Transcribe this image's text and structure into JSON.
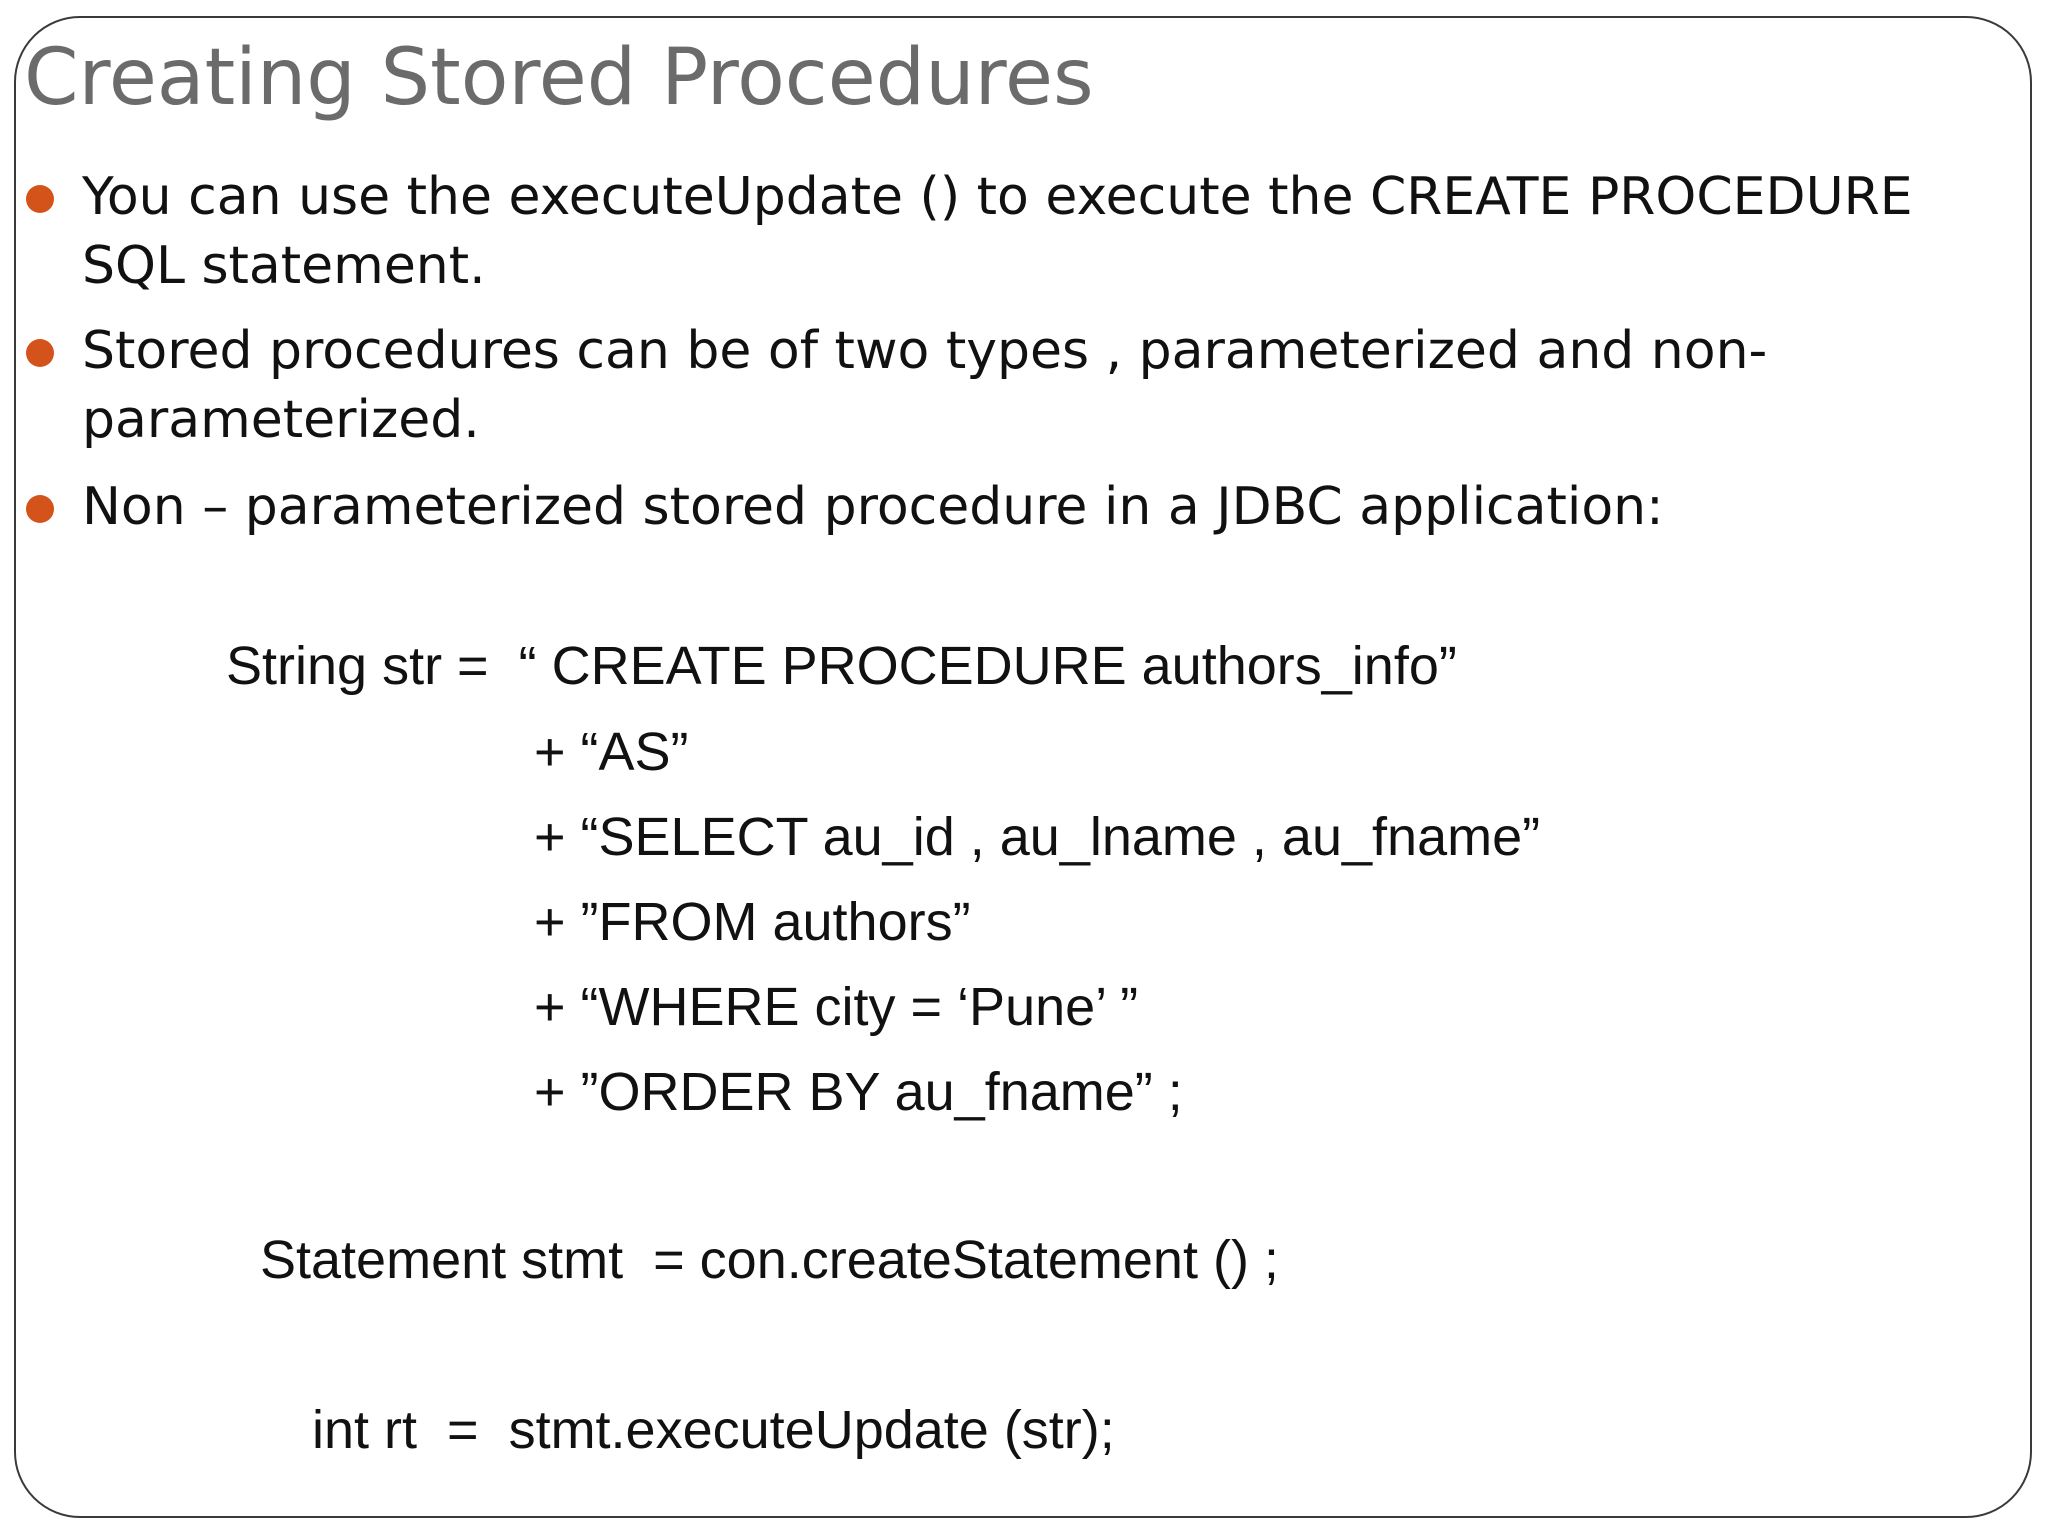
{
  "slide": {
    "title": "Creating Stored Procedures",
    "bullets": [
      "You can use the executeUpdate () to execute the CREATE PROCEDURE SQL statement.",
      "Stored procedures can be of two types , parameterized and non-parameterized.",
      "Non – parameterized stored procedure in a JDBC application:"
    ],
    "code_lines": [
      "String str =  “ CREATE PROCEDURE authors_info”",
      "+ “AS”",
      "+ “SELECT au_id , au_lname , au_fname”",
      "+ ”FROM authors”",
      "+ “WHERE city = ‘Pune’ ”",
      "+ ”ORDER BY au_fname” ;",
      "Statement stmt  = con.createStatement () ;",
      "int rt  =  stmt.executeUpdate (str);"
    ],
    "colors": {
      "bullet_dot": "#d4531b",
      "title": "#6b6b6b",
      "border": "#3a3a3a"
    }
  }
}
